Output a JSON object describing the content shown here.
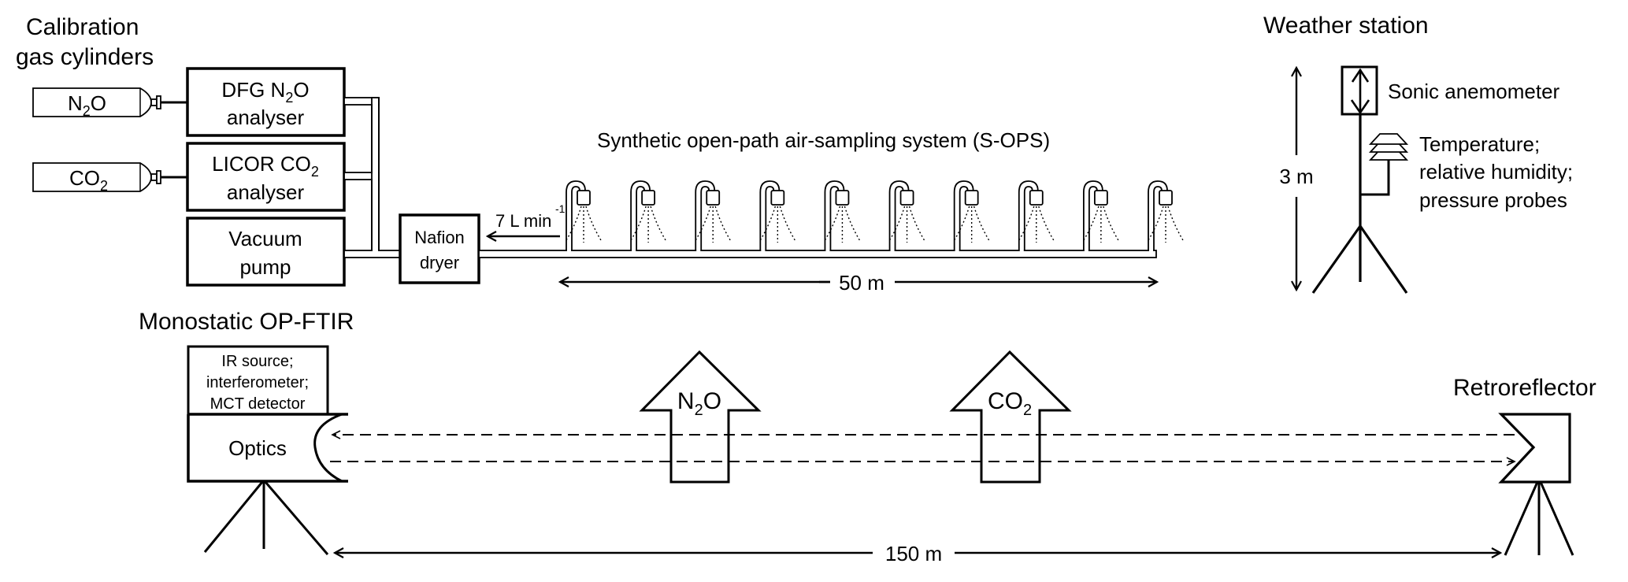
{
  "calibration": {
    "title_line1": "Calibration",
    "title_line2": "gas cylinders",
    "cylinders": [
      {
        "label_main": "N",
        "label_sub": "2",
        "label_tail": "O",
        "gas": "N2O"
      },
      {
        "label_main": "CO",
        "label_sub": "2",
        "label_tail": "",
        "gas": "CO2"
      }
    ]
  },
  "instruments": {
    "dfg": {
      "line1_main": "DFG N",
      "line1_sub": "2",
      "line1_tail": "O",
      "line2": "analyser"
    },
    "licor": {
      "line1_main": "LICOR CO",
      "line1_sub": "2",
      "line2": "analyser"
    },
    "vacuum": {
      "line1": "Vacuum",
      "line2": "pump"
    },
    "nafion": {
      "line1": "Nafion",
      "line2": "dryer"
    }
  },
  "sops": {
    "title": "Synthetic open-path air-sampling system (S-OPS)",
    "flow_label": "7 L min",
    "flow_exponent": "-1",
    "inlet_count": 10,
    "length_label": "50 m"
  },
  "weather": {
    "title": "Weather station",
    "height_label": "3 m",
    "sonic_label": "Sonic anemometer",
    "probe_line1": "Temperature;",
    "probe_line2": "relative humidity;",
    "probe_line3": "pressure probes"
  },
  "ftir": {
    "title": "Monostatic OP-FTIR",
    "top_line1": "IR source;",
    "top_line2": "interferometer;",
    "top_line3": "MCT detector",
    "optics_label": "Optics"
  },
  "emissions": [
    {
      "label_main": "N",
      "label_sub": "2",
      "label_tail": "O",
      "gas": "N2O"
    },
    {
      "label_main": "CO",
      "label_sub": "2",
      "label_tail": "",
      "gas": "CO2"
    }
  ],
  "retro": {
    "title": "Retroreflector"
  },
  "path": {
    "length_label": "150 m"
  }
}
